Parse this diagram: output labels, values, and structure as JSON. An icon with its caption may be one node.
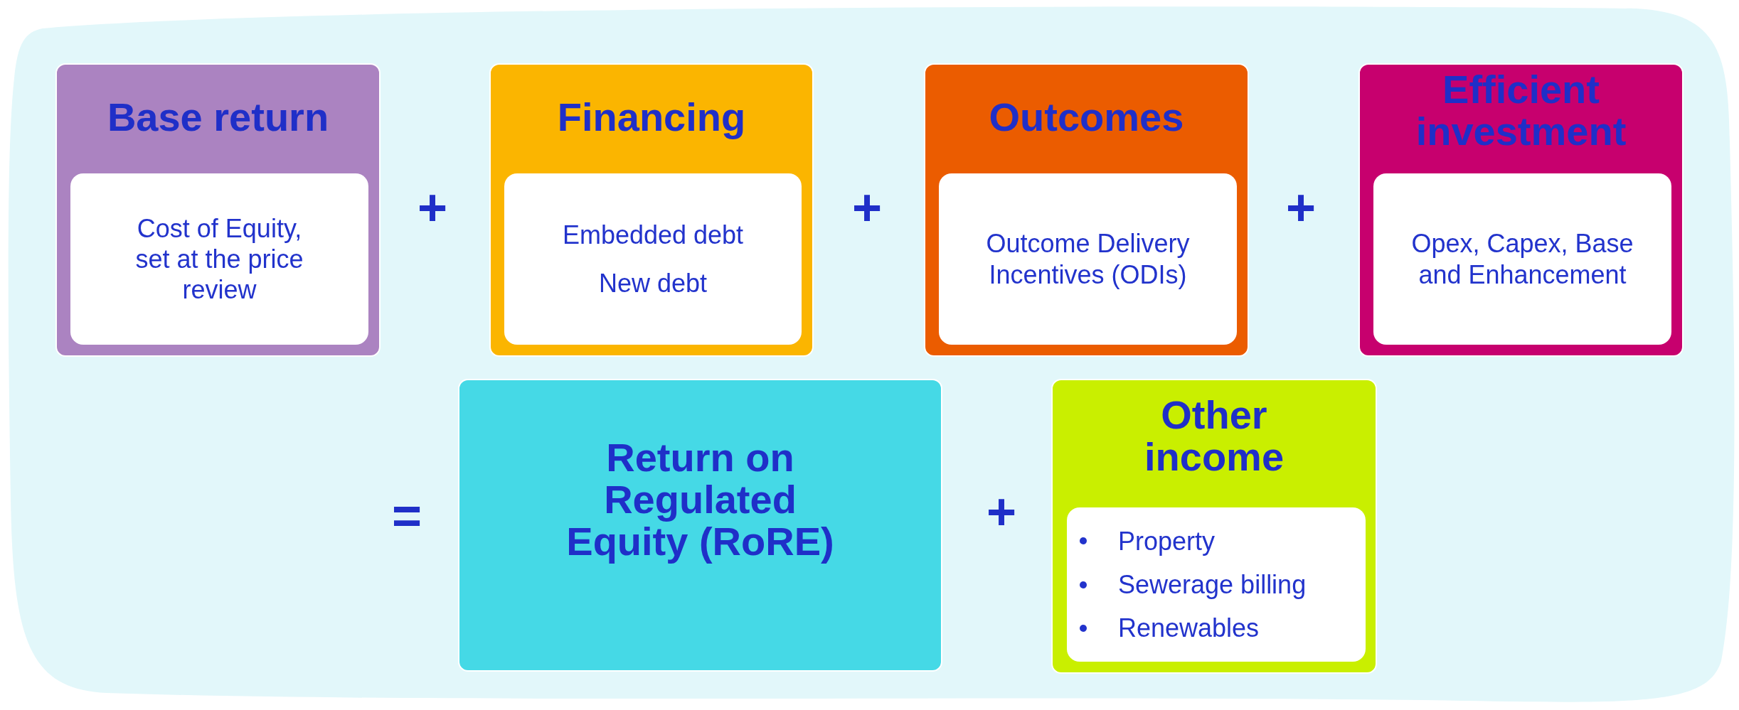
{
  "diagram": {
    "nodes": [
      {
        "text": [
          "Base return",
          "Cost of Equity, set at the price review"
        ]
      },
      {
        "text": [
          "Financing",
          "Embedded debt",
          "New debt"
        ]
      },
      {
        "text": [
          "Outcomes",
          "Outcome Delivery Incentives (ODIs)"
        ]
      },
      {
        "text": [
          "Efficient investment",
          "Opex, Capex, Base and Enhancement"
        ]
      },
      {
        "text": [
          "Return on Regulated Equity (RoRE)"
        ]
      },
      {
        "text": [
          "Other income",
          "Property",
          "Sewerage billing",
          "Renewables"
        ]
      }
    ],
    "labels": [
      "+",
      "+",
      "+",
      "=",
      "+"
    ]
  }
}
